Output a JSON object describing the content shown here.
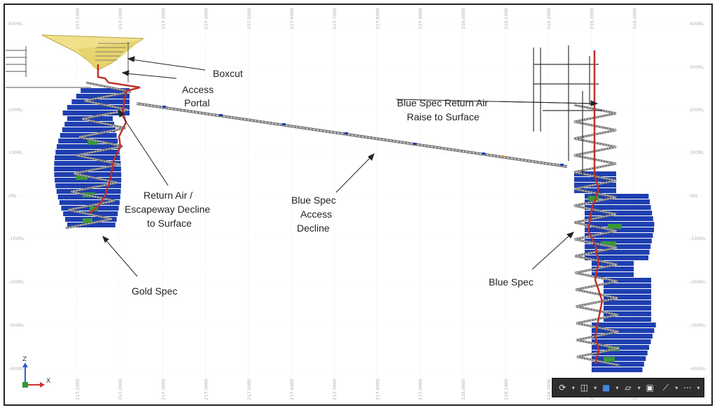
{
  "grid": {
    "easting_labels": [
      "217,100E",
      "217,200E",
      "217,300E",
      "217,400E",
      "217,500E",
      "217,600E",
      "217,700E",
      "217,800E",
      "217,900E",
      "218,000E",
      "218,100E",
      "218,200E",
      "218,300E",
      "218,400E"
    ],
    "rl_labels_left": [
      "400RL",
      "200RL",
      "100RL",
      "0RL",
      "-100RL",
      "-200RL",
      "-300RL",
      "-400RL"
    ],
    "rl_labels_right": [
      "400RL",
      "300RL",
      "200RL",
      "100RL",
      "0RL",
      "-100RL",
      "-200RL",
      "-300RL",
      "-400RL"
    ]
  },
  "annotations": {
    "boxcut": "Boxcut",
    "access_portal_1": "Access",
    "access_portal_2": "Portal",
    "raise_1": "Blue Spec Return Air",
    "raise_2": "Raise to Surface",
    "return_air_1": "Return Air /",
    "return_air_2": "Escapeway Decline",
    "return_air_3": "to Surface",
    "decline_1": "Blue Spec",
    "decline_2": "Access",
    "decline_3": "Decline",
    "gold_spec": "Gold Spec",
    "blue_spec": "Blue Spec"
  },
  "axes": {
    "z": "Z",
    "x": "X"
  },
  "colors": {
    "orebody": "#1f3fb0",
    "orebody_green": "#3a9a3a",
    "haulage": "#c0302a",
    "decline": "#888888",
    "boxcut": "#f0e08a",
    "toolbar": "#2e2e2e"
  },
  "toolbar": {
    "icons": [
      "orbit-icon",
      "view-cube-icon",
      "solid-cube-icon",
      "plane-icon",
      "section-box-icon",
      "measure-icon",
      "more-icon"
    ]
  }
}
